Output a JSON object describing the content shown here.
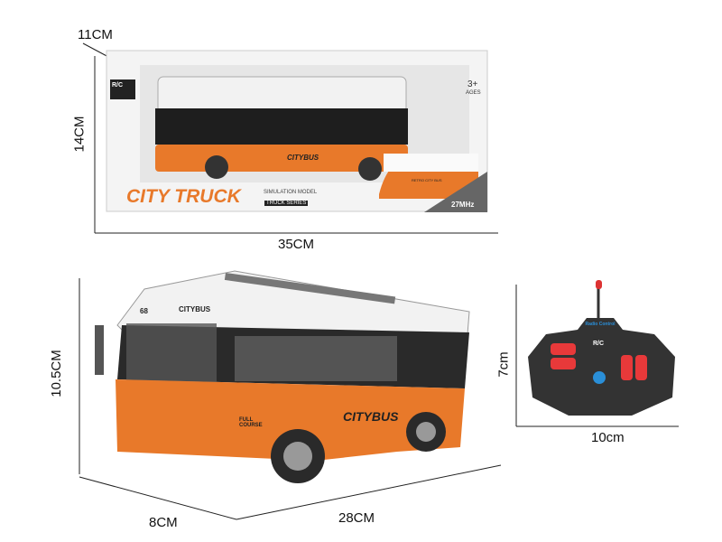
{
  "dimensions": {
    "box_depth": "11CM",
    "box_height": "14CM",
    "box_length": "35CM",
    "bus_height": "10.5CM",
    "bus_width": "8CM",
    "bus_length": "28CM",
    "remote_height": "7cm",
    "remote_width": "10cm"
  },
  "package": {
    "rc_badge": "R/C",
    "age": "3+",
    "age_label": "AGES",
    "title": "CITY TRUCK",
    "subtitle": "SIMULATION MODEL",
    "series": "TRUCK SERIES",
    "frequency": "27MHz",
    "bus_logo": "CITYBUS",
    "side_van_label": "RETRO CITY BUS"
  },
  "bus": {
    "route_number": "68",
    "roof_label": "CITYBUS",
    "side_logo": "CITYBUS",
    "sticker": "FULL COURSE"
  },
  "remote": {
    "brand": "Radio Control",
    "badge": "R/C"
  },
  "colors": {
    "orange": "#e8792a",
    "dark": "#2b2b2b",
    "red_button": "#e8393a",
    "blue_accent": "#2a8fd8"
  }
}
